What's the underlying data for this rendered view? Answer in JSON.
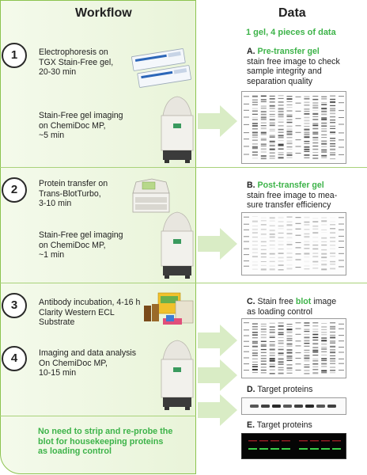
{
  "headers": {
    "workflow": "Workflow",
    "data": "Data"
  },
  "steps": [
    {
      "number": "1",
      "lines": [
        "Electrophoresis on",
        "TGX Stain-Free gel,",
        "20-30 min"
      ]
    },
    {
      "number": "",
      "lines": [
        "Stain-Free gel imaging",
        "on ChemiDoc MP,",
        "~5 min"
      ]
    },
    {
      "number": "2",
      "lines": [
        "Protein transfer on",
        "Trans-BlotTurbo,",
        "3-10 min"
      ]
    },
    {
      "number": "",
      "lines": [
        "Stain-Free gel imaging",
        "on ChemiDoc MP,",
        "~1 min"
      ]
    },
    {
      "number": "3",
      "lines": [
        "Antibody incubation, 4-16 h",
        "Clarity Western ECL",
        "Substrate"
      ]
    },
    {
      "number": "4",
      "lines": [
        "Imaging and data analysis",
        "On ChemiDoc MP,",
        "10-15 min"
      ]
    }
  ],
  "note_lines": [
    "No need to strip and re-probe the",
    "blot for housekeeping proteins",
    "as loading control"
  ],
  "data_title": "1 gel,  4 pieces of data",
  "data_items": {
    "a": {
      "label": "A.",
      "highlight": "Pre-transfer gel",
      "lines": [
        "stain free image to check",
        "sample integrity and",
        "separation quality"
      ]
    },
    "b": {
      "label": "B.",
      "highlight": "Post-transfer gel",
      "lines": [
        "stain free image to mea-",
        "sure transfer efficiency"
      ]
    },
    "c": {
      "label": "C.",
      "pre": "Stain free",
      "highlight": "blot",
      "post": "image",
      "lines": [
        "as loading control"
      ]
    },
    "d": {
      "label": "D.",
      "text": "Target proteins"
    },
    "e": {
      "label": "E.",
      "text": "Target proteins"
    }
  },
  "colors": {
    "accent_green": "#3db349",
    "panel_border": "#8cc34f",
    "panel_fill": "#eaf5dc",
    "arrow": "#d9ecc5"
  }
}
